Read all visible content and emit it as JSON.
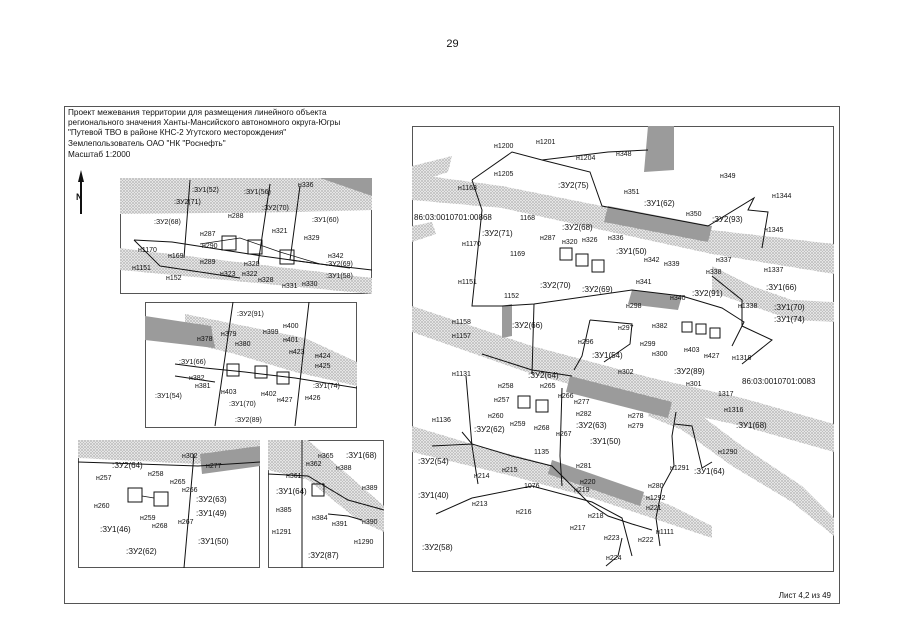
{
  "page_number": "29",
  "title_lines": [
    "Проект межевания территории для размещения линейного объекта",
    "регионального значения Ханты-Мансийского автономного округа-Югры",
    "\"Путевой ТВО в районе КНС-2 Угутского месторождения\"",
    "Землепользователь ОАО \"НК \"Роснефть\"",
    "Масштаб 1:2000"
  ],
  "north_label": "N",
  "sheet_label": "Лист 4,2 из 49",
  "main_map": {
    "cadastral": [
      "86:03:0010701:00868",
      "86:03:0010701:0083"
    ],
    "parcels": [
      ":ЗУ2(75)",
      ":ЗУ1(62)",
      ":ЗУ2(93)",
      ":ЗУ2(71)",
      ":ЗУ2(68)",
      ":ЗУ1(50)",
      ":ЗУ2(70)",
      ":ЗУ2(69)",
      ":ЗУ2(91)",
      ":ЗУ1(66)",
      ":ЗУ1(70)",
      ":ЗУ1(74)",
      ":ЗУ2(66)",
      ":ЗУ1(54)",
      ":ЗУ2(64)",
      ":ЗУ2(89)",
      ":ЗУ2(62)",
      ":ЗУ2(63)",
      ":ЗУ1(50)",
      ":ЗУ1(68)",
      ":ЗУ1(64)",
      ":ЗУ2(54)",
      ":ЗУ1(40)",
      ":ЗУ2(58)"
    ],
    "points": [
      "н1200",
      "н1201",
      "н1204",
      "н348",
      "н1205",
      "н1163",
      "н351",
      "н349",
      "н1344",
      "1168",
      "н350",
      "н336",
      "н1345",
      "н287",
      "н320",
      "н326",
      "н1170",
      "1169",
      "н339",
      "н337",
      "н338",
      "н342",
      "н1337",
      "н341",
      "н1151",
      "1152",
      "н298",
      "н340",
      "н1338",
      "н1158",
      "н297",
      "н382",
      "н1157",
      "н296",
      "н299",
      "н403",
      "н300",
      "н427",
      "н1318",
      "н302",
      "н301",
      "н1131",
      "н258",
      "н265",
      "н257",
      "н266",
      "н277",
      "1317",
      "н260",
      "н282",
      "н259",
      "н268",
      "н267",
      "н278",
      "н279",
      "н1316",
      "н1136",
      "1135",
      "н281",
      "н1291",
      "н1290",
      "н215",
      "н214",
      "1076",
      "н220",
      "н219",
      "н280",
      "н213",
      "н216",
      "н218",
      "н1292",
      "н221",
      "н217",
      "н1111",
      "н223",
      "н222",
      "н224"
    ]
  },
  "inset1": {
    "parcels": [
      ":ЗУ1(52)",
      ":ЗУ1(56)",
      ":ЗУ2(71)",
      ":ЗУ2(70)",
      ":ЗУ1(60)",
      ":ЗУ2(68)",
      ":ЗУ2(69)",
      ":ЗУ1(58)"
    ],
    "points": [
      "н336",
      "н288",
      "н287",
      "н321",
      "н329",
      "н290",
      "н342",
      "н1170",
      "н169",
      "н289",
      "н320",
      "н1151",
      "н152",
      "н323",
      "н322",
      "н328",
      "н331",
      "н330"
    ]
  },
  "inset2": {
    "parcels": [
      ":ЗУ2(91)",
      ":ЗУ1(66)",
      ":ЗУ1(54)",
      ":ЗУ1(70)",
      ":ЗУ1(74)",
      ":ЗУ2(89)"
    ],
    "points": [
      "н378",
      "н379",
      "н399",
      "н400",
      "н380",
      "н401",
      "н423",
      "н424",
      "н425",
      "н382",
      "н381",
      "н403",
      "н402",
      "н427",
      "н426"
    ]
  },
  "inset3": {
    "parcels": [
      ":ЗУ2(64)",
      ":ЗУ2(63)",
      ":ЗУ1(49)",
      ":ЗУ1(46)",
      ":ЗУ1(50)",
      ":ЗУ2(62)"
    ],
    "points": [
      "н302",
      "н277",
      "н257",
      "н258",
      "н265",
      "н266",
      "н260",
      "н259",
      "н268",
      "н267"
    ]
  },
  "inset4": {
    "parcels": [
      ":ЗУ1(68)",
      ":ЗУ1(64)",
      ":ЗУ2(87)"
    ],
    "points": [
      "н365",
      "н362",
      "н388",
      "н361",
      "н389",
      "н385",
      "н384",
      "н391",
      "н390",
      "н1291",
      "н1290"
    ]
  }
}
